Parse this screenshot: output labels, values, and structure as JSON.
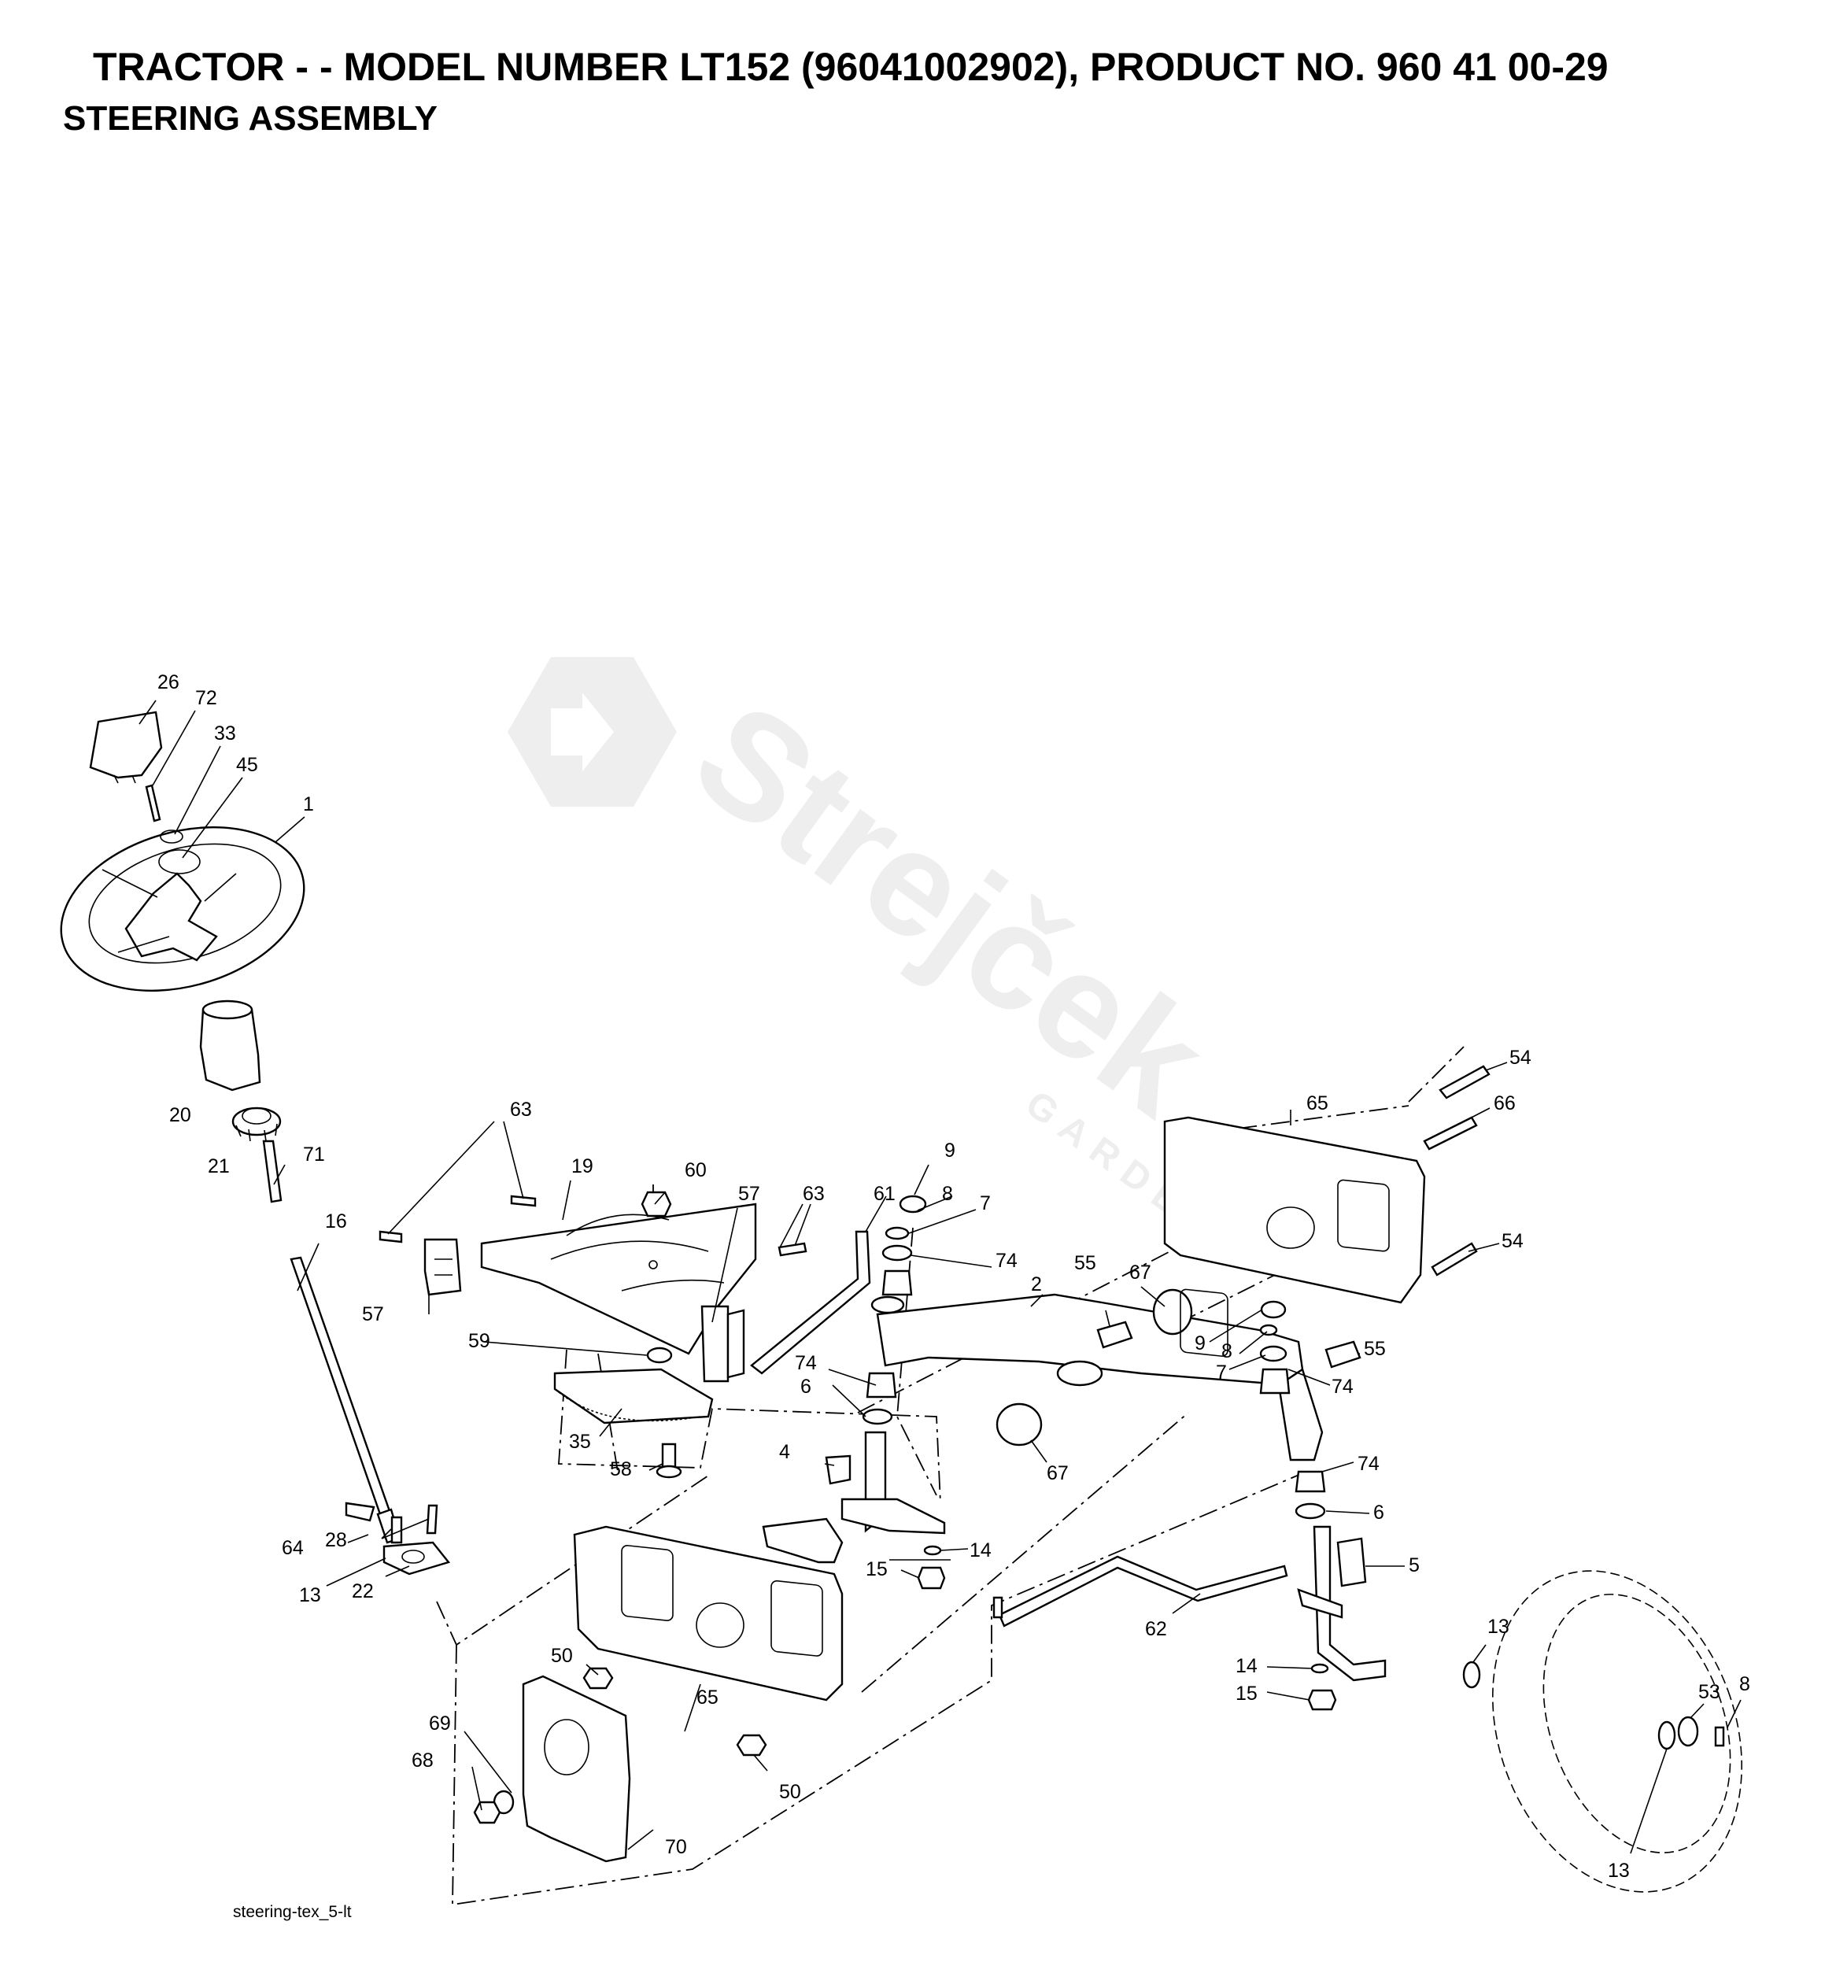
{
  "header": {
    "title": "TRACTOR - - MODEL NUMBER LT152 (96041002902), PRODUCT NO. 960 41 00-29",
    "subtitle": "STEERING ASSEMBLY"
  },
  "footer": {
    "drawing_id": "steering-tex_5-lt"
  },
  "watermark": {
    "brand": "Strejček",
    "sub": "GARDEN"
  },
  "colors": {
    "line": "#000000",
    "background": "#ffffff",
    "watermark": "#eeeeee"
  },
  "callouts": [
    "26",
    "72",
    "33",
    "45",
    "1",
    "20",
    "21",
    "71",
    "16",
    "64",
    "28",
    "13",
    "22",
    "63",
    "19",
    "60",
    "57",
    "63",
    "57",
    "59",
    "35",
    "58",
    "61",
    "9",
    "8",
    "7",
    "74",
    "74",
    "6",
    "4",
    "15",
    "14",
    "2",
    "55",
    "67",
    "67",
    "65",
    "54",
    "66",
    "54",
    "9",
    "8",
    "7",
    "74",
    "55",
    "74",
    "6",
    "5",
    "62",
    "14",
    "15",
    "13",
    "53",
    "8",
    "13",
    "50",
    "65",
    "50",
    "69",
    "68",
    "70"
  ]
}
